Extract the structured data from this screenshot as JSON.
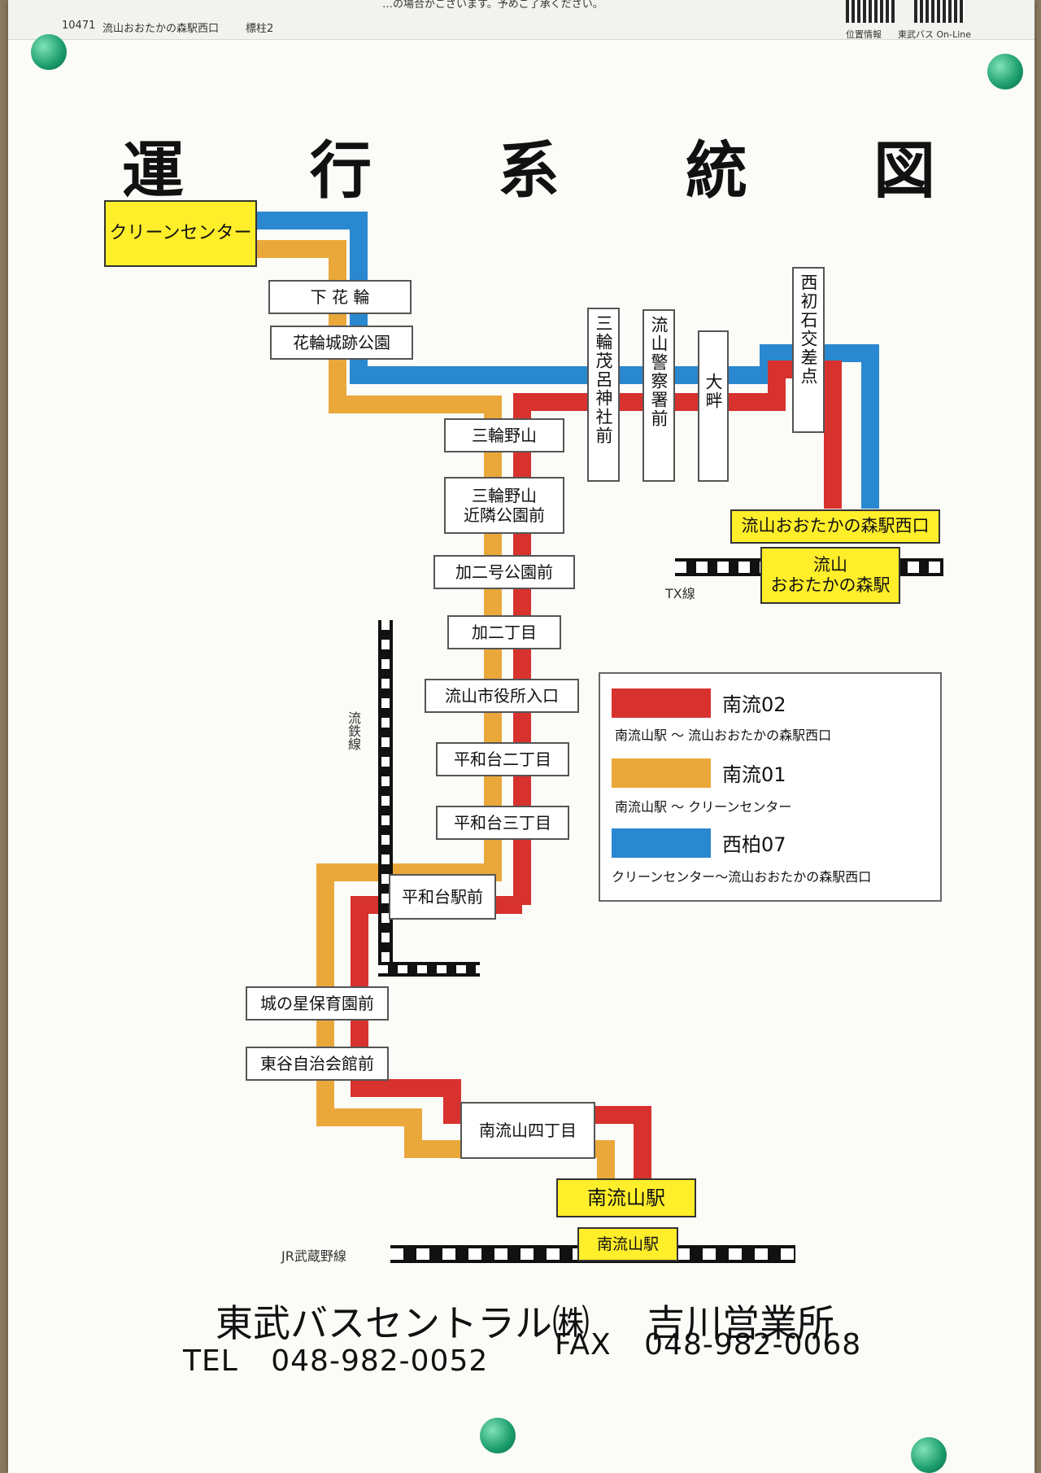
{
  "header": {
    "stop_code": "10471",
    "stop_name": "流山おおたかの森駅西口",
    "pole": "標柱2",
    "top_text": "…の場合がございます。予めご了承ください。",
    "qr_labels": [
      "位置情報",
      "東武バス On-Line"
    ]
  },
  "title": [
    "運",
    "行",
    "系",
    "統",
    "図"
  ],
  "stops": {
    "clean_center": "クリーンセンター",
    "shimo_hanawa": "下 花 輪",
    "hanawa_castle": "花輪城跡公園",
    "miwa_noyama": "三輪野山",
    "miwa_noyama_park_line1": "三輪野山",
    "miwa_noyama_park_line2": "近隣公園前",
    "kaniigo_park": "加二号公園前",
    "kani_chome": "加二丁目",
    "city_hall": "流山市役所入口",
    "heiwadai_2": "平和台二丁目",
    "heiwadai_3": "平和台三丁目",
    "heiwadai_sta": "平和台駅前",
    "shiro_hoikuen": "城の星保育園前",
    "higashiya_hall": "東谷自治会館前",
    "minami_4chome": "南流山四丁目",
    "minami_nagareyama": "南流山駅",
    "miwa_moro_shrine": "三輪茂呂神社前",
    "police": "流山警察署前",
    "ooguro": "大畔",
    "nishihatsuishi": "西初石交差点",
    "otaka_west": "流山おおたかの森駅西口"
  },
  "stations": {
    "otaka_line1": "流山",
    "otaka_line2": "おおたかの森駅",
    "minami": "南流山駅"
  },
  "rail_lines": {
    "tx": "TX線",
    "ryutetsu": "流鉄線",
    "jr": "JR武蔵野線"
  },
  "legend": [
    {
      "name": "南流02",
      "desc": "南流山駅 ～ 流山おおたかの森駅西口",
      "color": "#d7322e"
    },
    {
      "name": "南流01",
      "desc": "南流山駅 ～ クリーンセンター",
      "color": "#eaa83a"
    },
    {
      "name": "西柏07",
      "desc": "クリーンセンター～流山おおたかの森駅西口",
      "color": "#2a88d0"
    }
  ],
  "footer": {
    "company": "東武バスセントラル㈱",
    "office": "吉川営業所",
    "tel_label": "TEL",
    "tel": "048-982-0052",
    "fax_label": "FAX",
    "fax": "048-982-0068"
  }
}
